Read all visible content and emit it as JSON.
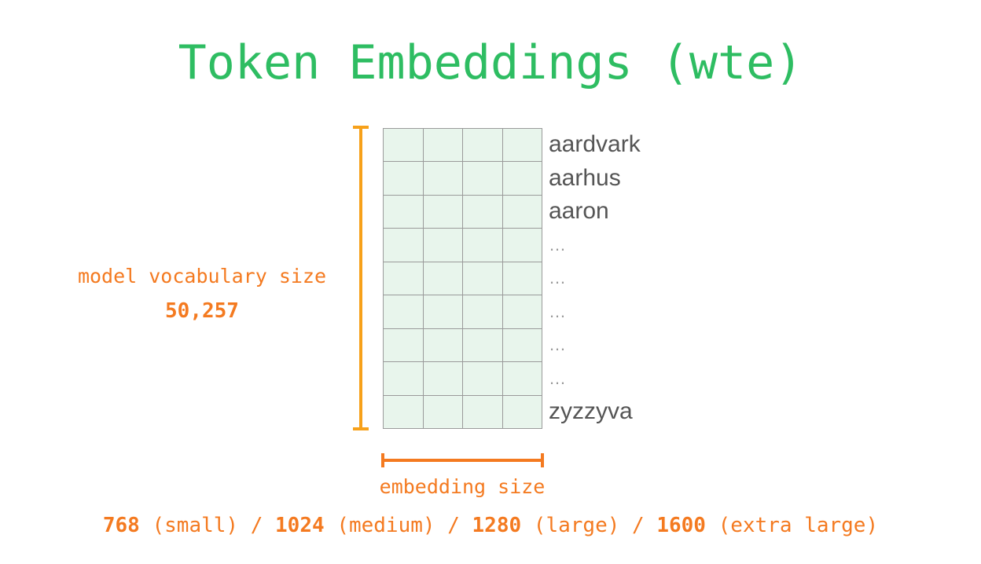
{
  "title": "Token Embeddings (wte)",
  "colors": {
    "title": "#2ebd62",
    "label": "#f47a20",
    "vertical_bracket": "#f7a11a",
    "matrix_fill": "#e8f5ec",
    "matrix_grid": "#9a9a9a",
    "token_text": "#555555"
  },
  "vocabulary": {
    "label": "model vocabulary size",
    "value": "50,257"
  },
  "matrix": {
    "columns": 4,
    "rows": 9
  },
  "tokens": [
    "aardvark",
    "aarhus",
    "aaron",
    "…",
    "…",
    "…",
    "…",
    "…",
    "zyzzyva"
  ],
  "embedding": {
    "label": "embedding size",
    "sizes": [
      {
        "value": "768",
        "name": "(small)"
      },
      {
        "value": "1024",
        "name": "(medium)"
      },
      {
        "value": "1280",
        "name": "(large)"
      },
      {
        "value": "1600",
        "name": "(extra large)"
      }
    ],
    "separator": " / "
  }
}
